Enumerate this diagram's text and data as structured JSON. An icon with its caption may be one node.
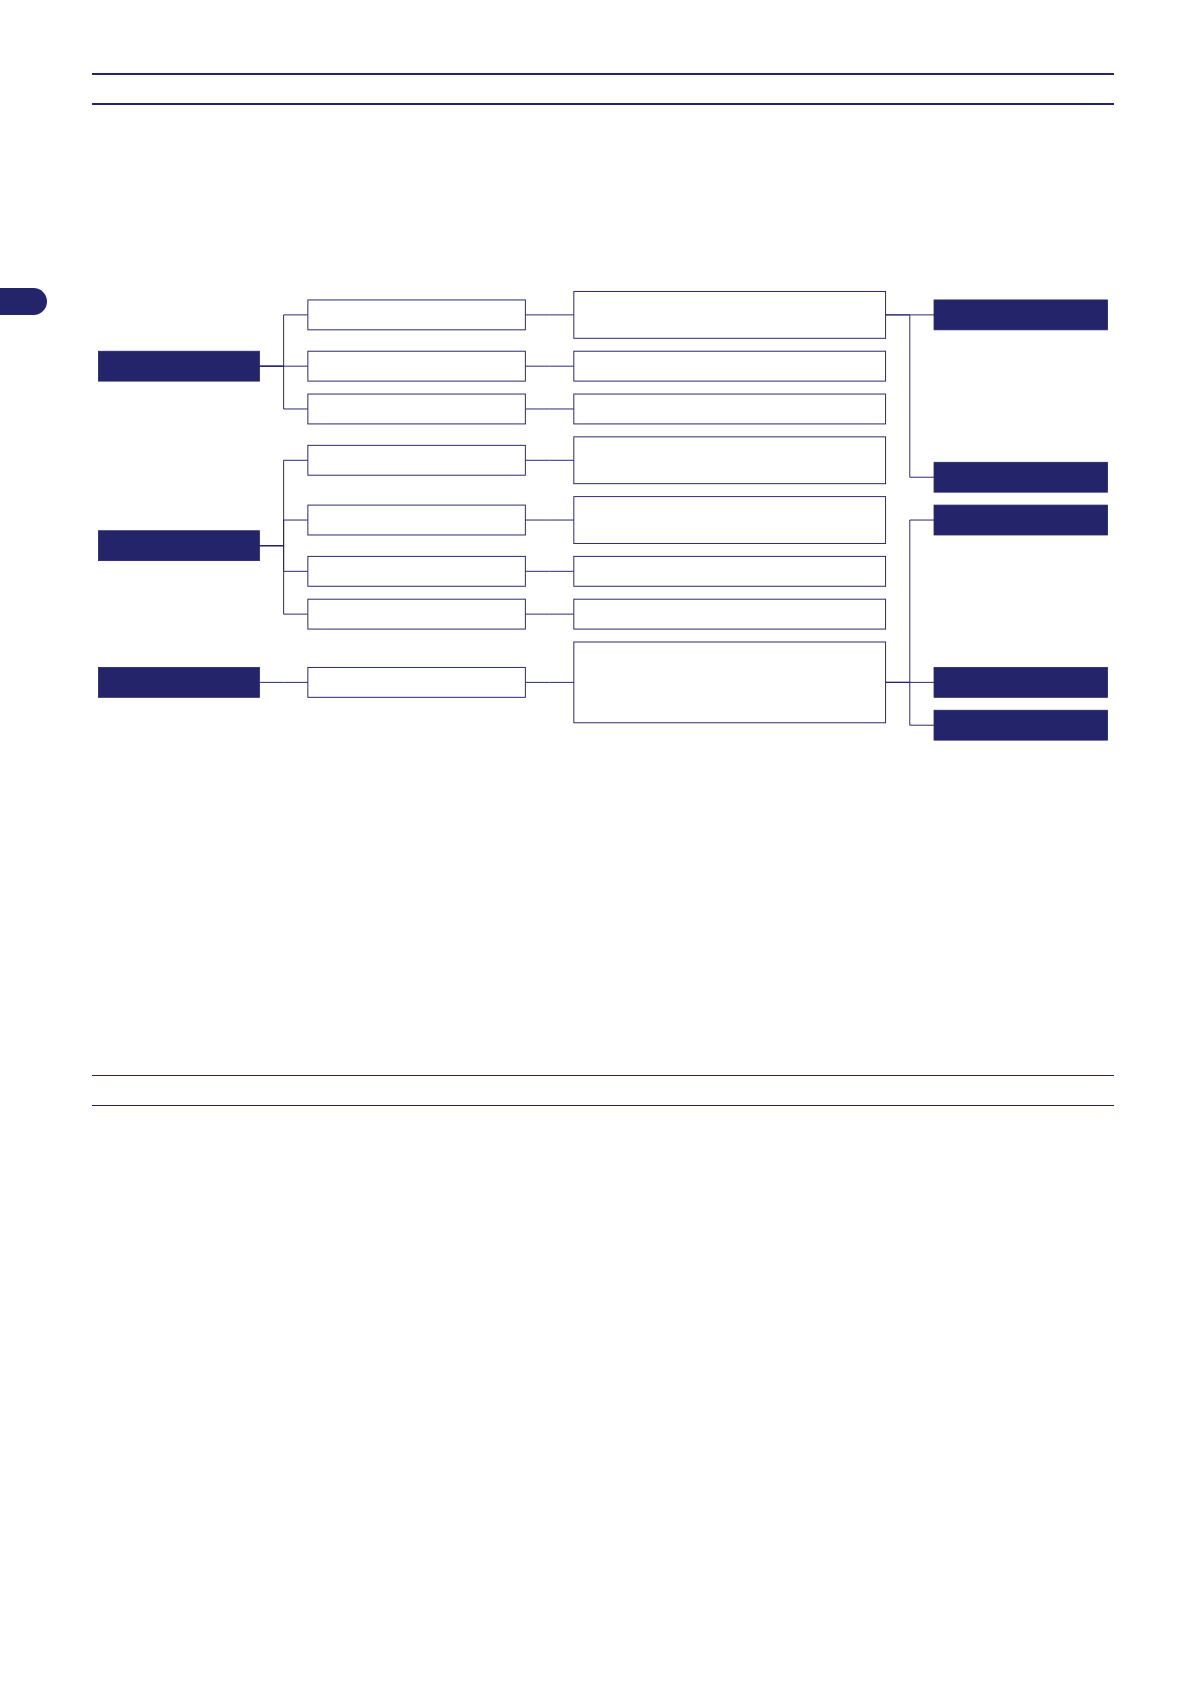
{
  "diagram": {
    "nodes": [
      {
        "text": [],
        "shape": "box"
      },
      {
        "text": [],
        "shape": "box"
      },
      {
        "text": [],
        "shape": "box"
      },
      {
        "text": [],
        "shape": "box"
      },
      {
        "text": [],
        "shape": "box"
      },
      {
        "text": [],
        "shape": "box"
      },
      {
        "text": [],
        "shape": "box"
      },
      {
        "text": [],
        "shape": "box"
      },
      {
        "text": [],
        "shape": "box"
      },
      {
        "text": [],
        "shape": "box"
      },
      {
        "text": [],
        "shape": "box"
      },
      {
        "text": [],
        "shape": "box"
      },
      {
        "text": [],
        "shape": "box"
      },
      {
        "text": [],
        "shape": "box"
      },
      {
        "text": [],
        "shape": "box"
      },
      {
        "text": [],
        "shape": "box"
      },
      {
        "text": [],
        "shape": "box"
      },
      {
        "text": [],
        "shape": "box"
      },
      {
        "text": [],
        "shape": "box"
      },
      {
        "text": [],
        "shape": "box"
      },
      {
        "text": [],
        "shape": "box"
      },
      {
        "text": [],
        "shape": "box"
      },
      {
        "text": [],
        "shape": "box"
      },
      {
        "text": [],
        "shape": "box"
      }
    ],
    "edges": [
      {
        "from": 0,
        "to": 1,
        "arrow": "none"
      },
      {
        "from": 0,
        "to": 5,
        "arrow": "none"
      },
      {
        "from": 0,
        "to": 7,
        "arrow": "none"
      },
      {
        "from": 1,
        "to": 2,
        "arrow": "none"
      },
      {
        "from": 2,
        "to": 3,
        "arrow": "none"
      },
      {
        "from": 2,
        "to": 4,
        "arrow": "none"
      },
      {
        "from": 5,
        "to": 6,
        "arrow": "none"
      },
      {
        "from": 7,
        "to": 8,
        "arrow": "none"
      },
      {
        "from": 9,
        "to": 10,
        "arrow": "none"
      },
      {
        "from": 9,
        "to": 12,
        "arrow": "none"
      },
      {
        "from": 9,
        "to": 14,
        "arrow": "none"
      },
      {
        "from": 9,
        "to": 16,
        "arrow": "none"
      },
      {
        "from": 10,
        "to": 11,
        "arrow": "none"
      },
      {
        "from": 12,
        "to": 13,
        "arrow": "none"
      },
      {
        "from": 14,
        "to": 15,
        "arrow": "none"
      },
      {
        "from": 16,
        "to": 17,
        "arrow": "none"
      },
      {
        "from": 18,
        "to": 19,
        "arrow": "none"
      },
      {
        "from": 19,
        "to": 20,
        "arrow": "none"
      },
      {
        "from": 20,
        "to": 21,
        "arrow": "none"
      },
      {
        "from": 20,
        "to": 22,
        "arrow": "none"
      },
      {
        "from": 20,
        "to": 23,
        "arrow": "none"
      }
    ]
  }
}
